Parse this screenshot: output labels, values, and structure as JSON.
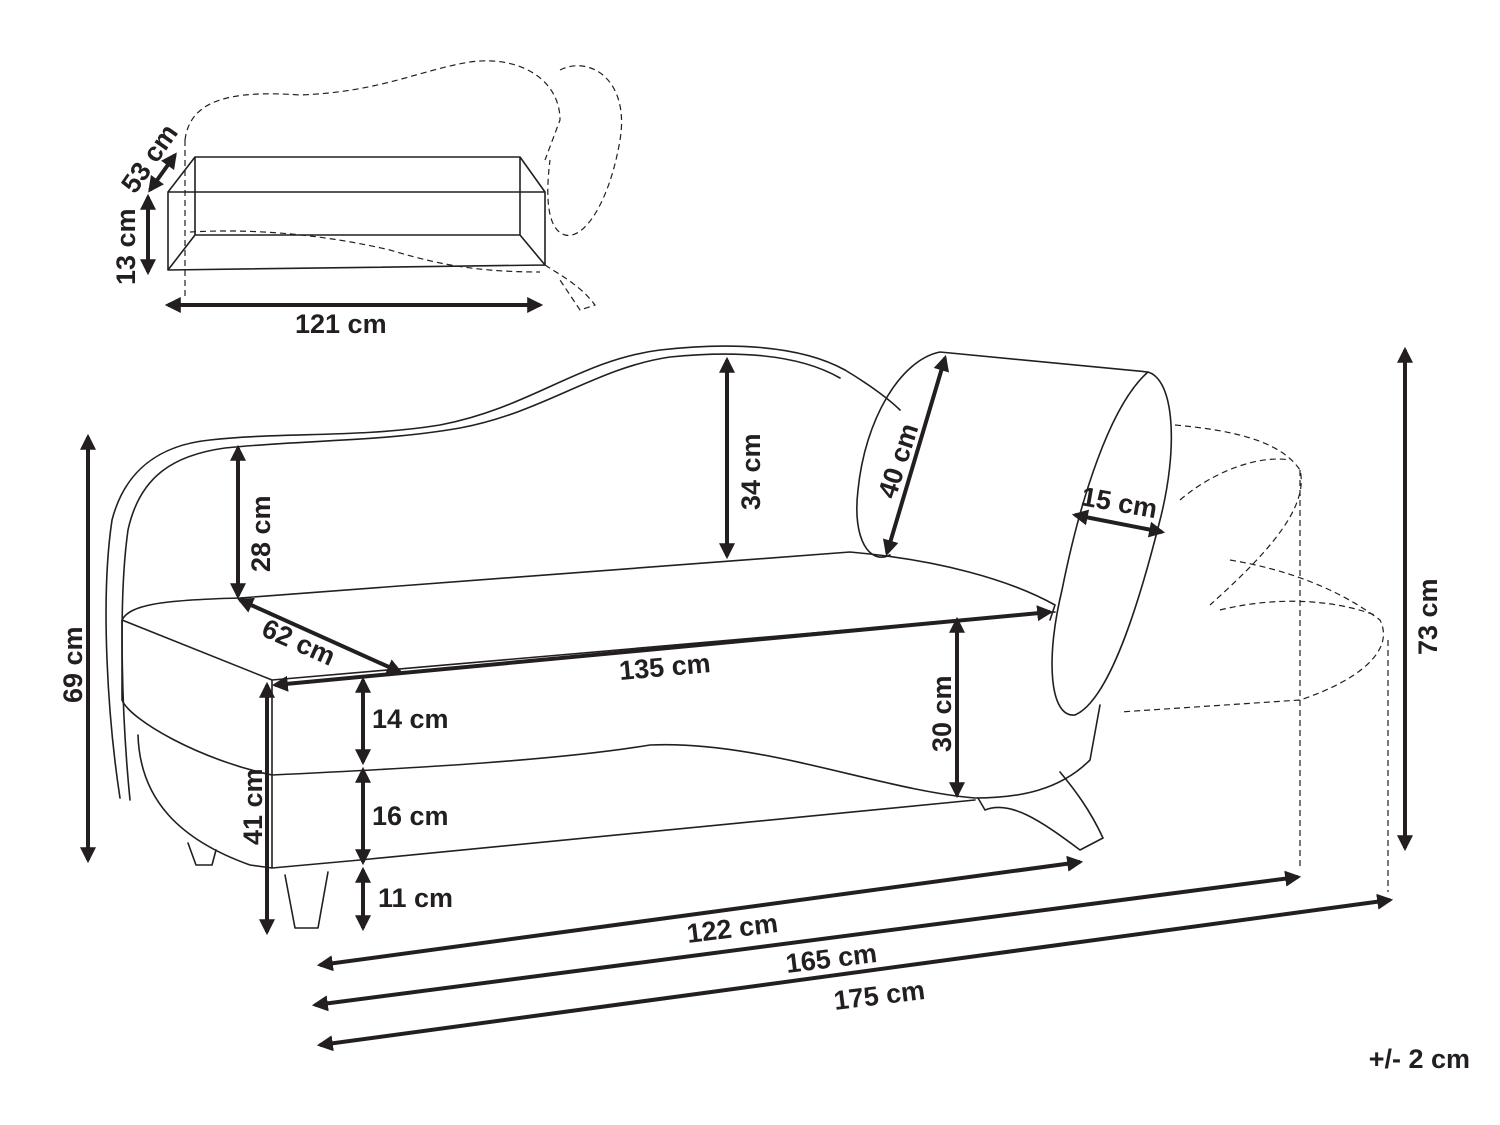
{
  "colors": {
    "ink": "#231f20",
    "background": "#ffffff"
  },
  "storage_box": {
    "depth": "53 cm",
    "height": "13 cm",
    "width": "121 cm"
  },
  "dimensions": {
    "overall_height_left": "69 cm",
    "backrest_left": "28 cm",
    "backrest_right": "34 cm",
    "pillow_length": "40 cm",
    "pillow_diameter": "15 cm",
    "overall_height_right": "73 cm",
    "seat_depth": "62 cm",
    "seat_length": "135 cm",
    "seat_cushion": "14 cm",
    "base": "16 cm",
    "leg": "11 cm",
    "seat_height": "41 cm",
    "armrest_height": "30 cm",
    "length_without_arm": "122 cm",
    "length_mid": "165 cm",
    "length_total": "175 cm"
  },
  "tolerance": "+/- 2 cm"
}
